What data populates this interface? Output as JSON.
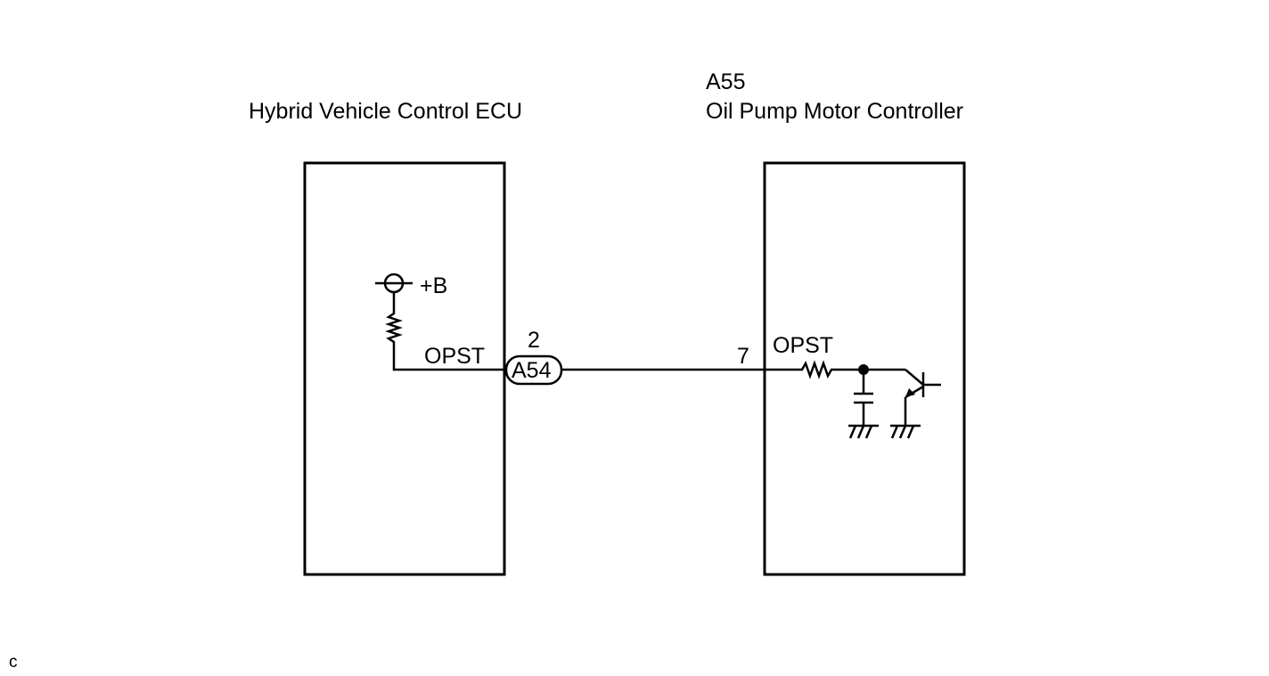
{
  "ecu_left": {
    "title": "Hybrid Vehicle Control ECU",
    "supply_label": "+B",
    "signal_label": "OPST"
  },
  "ecu_right": {
    "connector_code": "A55",
    "title": "Oil Pump Motor Controller",
    "signal_label": "OPST",
    "pin": "7"
  },
  "connector": {
    "code": "A54",
    "pin": "2"
  },
  "corner_mark": "c"
}
